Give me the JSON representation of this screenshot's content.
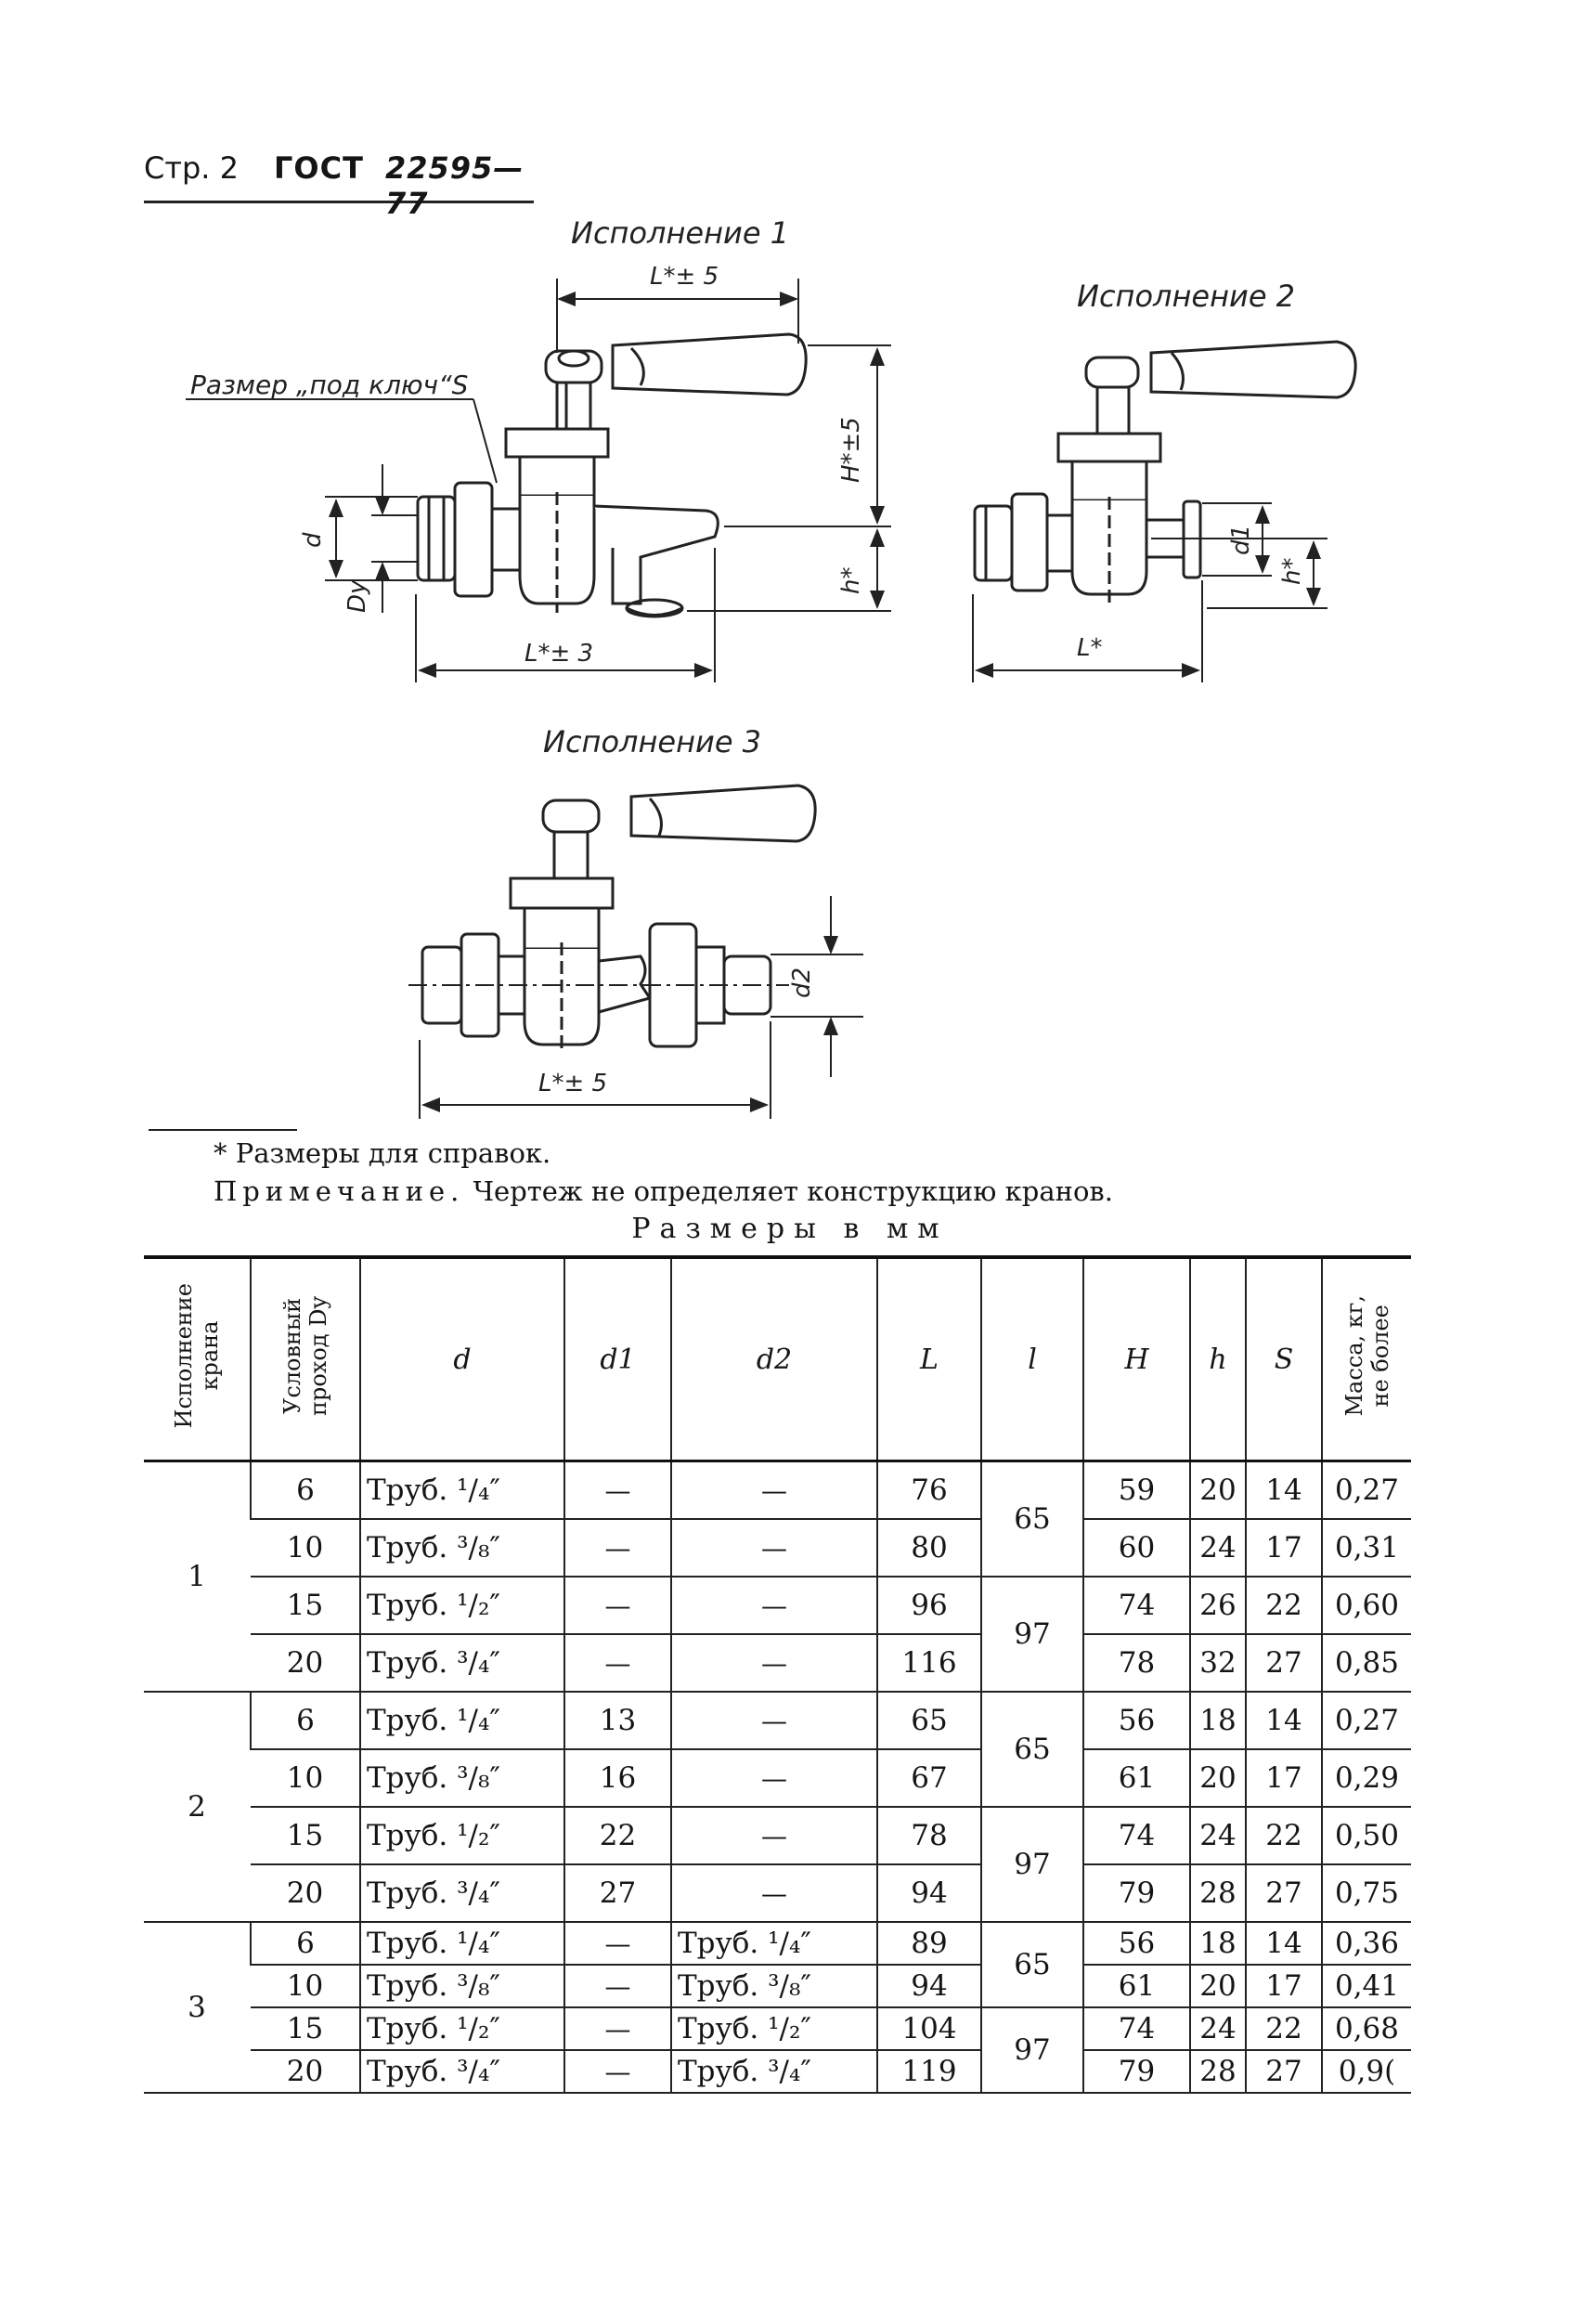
{
  "header": {
    "page_label": "Стр. 2",
    "gost": "ГОСТ",
    "number": "22595—77"
  },
  "drawings": {
    "v1": {
      "title": "Исполнение 1",
      "dim_L_top": "L*± 5",
      "dim_H": "H*±5",
      "dim_h": "h*",
      "dim_L_bottom": "L*± 3",
      "dim_d": "d",
      "dim_Dy": "Dy",
      "wrench": "Размер „под ключ“S"
    },
    "v2": {
      "title": "Исполнение 2",
      "dim_d1": "d1",
      "dim_h": "h*",
      "dim_L": "L*"
    },
    "v3": {
      "title": "Исполнение 3",
      "dim_d2": "d2",
      "dim_L": "L*± 5"
    }
  },
  "notes": {
    "footnote": "* Размеры для справок.",
    "remark_label": "Примечание.",
    "remark_text": "Чертеж не определяет конструкцию кранов."
  },
  "units_title": "Размеры в мм",
  "table": {
    "headers": {
      "exec": "Исполнение\nкрана",
      "dy": "Условный\nпроход Dy",
      "d": "d",
      "d1": "d1",
      "d2": "d2",
      "L": "L",
      "l": "l",
      "H": "H",
      "h": "h",
      "S": "S",
      "mass": "Масса, кг,\nне более"
    },
    "groups": [
      {
        "exec": "1",
        "rows": [
          {
            "dy": "6",
            "d": "Труб. ¹/₄″",
            "d1": "—",
            "d2": "—",
            "L": "76",
            "l": "65",
            "H": "59",
            "h": "20",
            "S": "14",
            "mass": "0,27"
          },
          {
            "dy": "10",
            "d": "Труб. ³/₈″",
            "d1": "—",
            "d2": "—",
            "L": "80",
            "l": "",
            "H": "60",
            "h": "24",
            "S": "17",
            "mass": "0,31"
          },
          {
            "dy": "15",
            "d": "Труб. ¹/₂″",
            "d1": "—",
            "d2": "—",
            "L": "96",
            "l": "97",
            "H": "74",
            "h": "26",
            "S": "22",
            "mass": "0,60"
          },
          {
            "dy": "20",
            "d": "Труб. ³/₄″",
            "d1": "—",
            "d2": "—",
            "L": "116",
            "l": "",
            "H": "78",
            "h": "32",
            "S": "27",
            "mass": "0,85"
          }
        ]
      },
      {
        "exec": "2",
        "rows": [
          {
            "dy": "6",
            "d": "Труб. ¹/₄″",
            "d1": "13",
            "d2": "—",
            "L": "65",
            "l": "65",
            "H": "56",
            "h": "18",
            "S": "14",
            "mass": "0,27"
          },
          {
            "dy": "10",
            "d": "Труб. ³/₈″",
            "d1": "16",
            "d2": "—",
            "L": "67",
            "l": "",
            "H": "61",
            "h": "20",
            "S": "17",
            "mass": "0,29"
          },
          {
            "dy": "15",
            "d": "Труб. ¹/₂″",
            "d1": "22",
            "d2": "—",
            "L": "78",
            "l": "97",
            "H": "74",
            "h": "24",
            "S": "22",
            "mass": "0,50"
          },
          {
            "dy": "20",
            "d": "Труб. ³/₄″",
            "d1": "27",
            "d2": "—",
            "L": "94",
            "l": "",
            "H": "79",
            "h": "28",
            "S": "27",
            "mass": "0,75"
          }
        ]
      },
      {
        "exec": "3",
        "rows": [
          {
            "dy": "6",
            "d": "Труб. ¹/₄″",
            "d1": "—",
            "d2": "Труб. ¹/₄″",
            "L": "89",
            "l": "65",
            "H": "56",
            "h": "18",
            "S": "14",
            "mass": "0,36"
          },
          {
            "dy": "10",
            "d": "Труб. ³/₈″",
            "d1": "—",
            "d2": "Труб. ³/₈″",
            "L": "94",
            "l": "",
            "H": "61",
            "h": "20",
            "S": "17",
            "mass": "0,41"
          },
          {
            "dy": "15",
            "d": "Труб. ¹/₂″",
            "d1": "—",
            "d2": "Труб. ¹/₂″",
            "L": "104",
            "l": "97",
            "H": "74",
            "h": "24",
            "S": "22",
            "mass": "0,68"
          },
          {
            "dy": "20",
            "d": "Труб. ³/₄″",
            "d1": "—",
            "d2": "Труб. ³/₄″",
            "L": "119",
            "l": "",
            "H": "79",
            "h": "28",
            "S": "27",
            "mass": "0,9("
          }
        ]
      }
    ]
  }
}
